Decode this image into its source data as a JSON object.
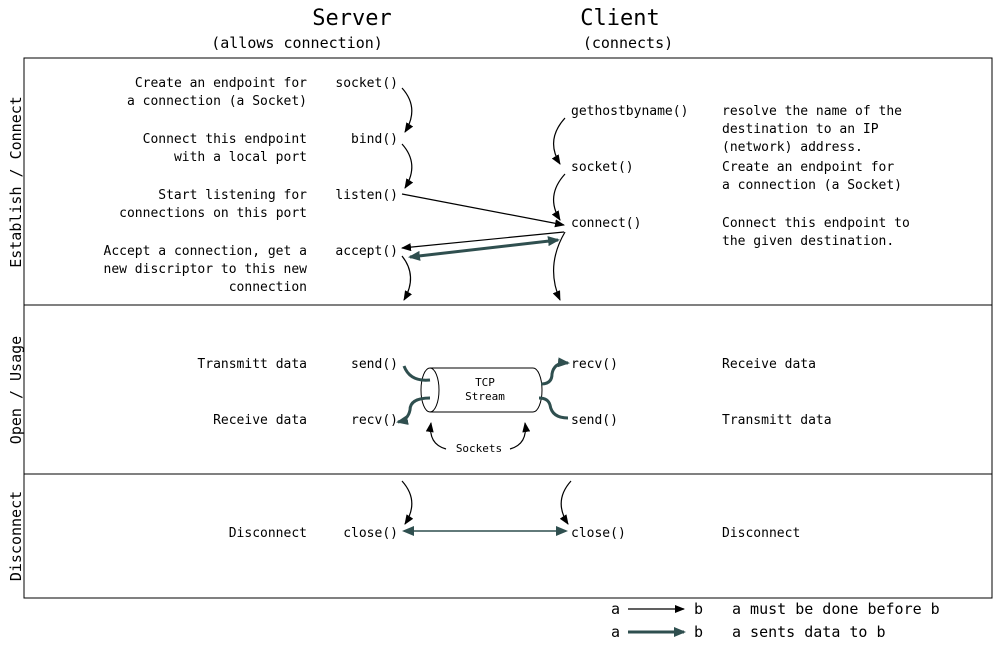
{
  "header": {
    "server_title": "Server",
    "server_subtitle": "(allows connection)",
    "client_title": "Client",
    "client_subtitle": "(connects)"
  },
  "sections": {
    "establish": "Establish / Connect",
    "open": "Open / Usage",
    "disconnect": "Disconnect"
  },
  "server": {
    "socket": {
      "call": "socket()",
      "desc1": "Create an endpoint for",
      "desc2": "a connection (a Socket)"
    },
    "bind": {
      "call": "bind()",
      "desc1": "Connect this endpoint",
      "desc2": "with a local port"
    },
    "listen": {
      "call": "listen()",
      "desc1": "Start listening for",
      "desc2": "connections on this port"
    },
    "accept": {
      "call": "accept()",
      "desc1": "Accept a connection, get a",
      "desc2": "new discriptor to this new",
      "desc3": "connection"
    },
    "send": {
      "call": "send()",
      "desc": "Transmitt data"
    },
    "recv": {
      "call": "recv()",
      "desc": "Receive data"
    },
    "close": {
      "call": "close()",
      "desc": "Disconnect"
    }
  },
  "client": {
    "gethostbyname": {
      "call": "gethostbyname()",
      "desc1": "resolve the name of the",
      "desc2": "destination to an IP",
      "desc3": "(network) address."
    },
    "socket": {
      "call": "socket()",
      "desc1": "Create an endpoint for",
      "desc2": "a connection (a Socket)"
    },
    "connect": {
      "call": "connect()",
      "desc1": "Connect this endpoint to",
      "desc2": "the given destination."
    },
    "recv": {
      "call": "recv()",
      "desc": "Receive data"
    },
    "send": {
      "call": "send()",
      "desc": "Transmitt data"
    },
    "close": {
      "call": "close()",
      "desc": "Disconnect"
    }
  },
  "stream": {
    "line1": "TCP",
    "line2": "Stream",
    "sockets_label": "Sockets"
  },
  "legend": {
    "a": "a",
    "b": "b",
    "order_text": "a must be done before b",
    "data_text": "a sents data to b"
  },
  "colors": {
    "data_arrow": "#2f4f4f",
    "order_arrow": "#000000"
  }
}
